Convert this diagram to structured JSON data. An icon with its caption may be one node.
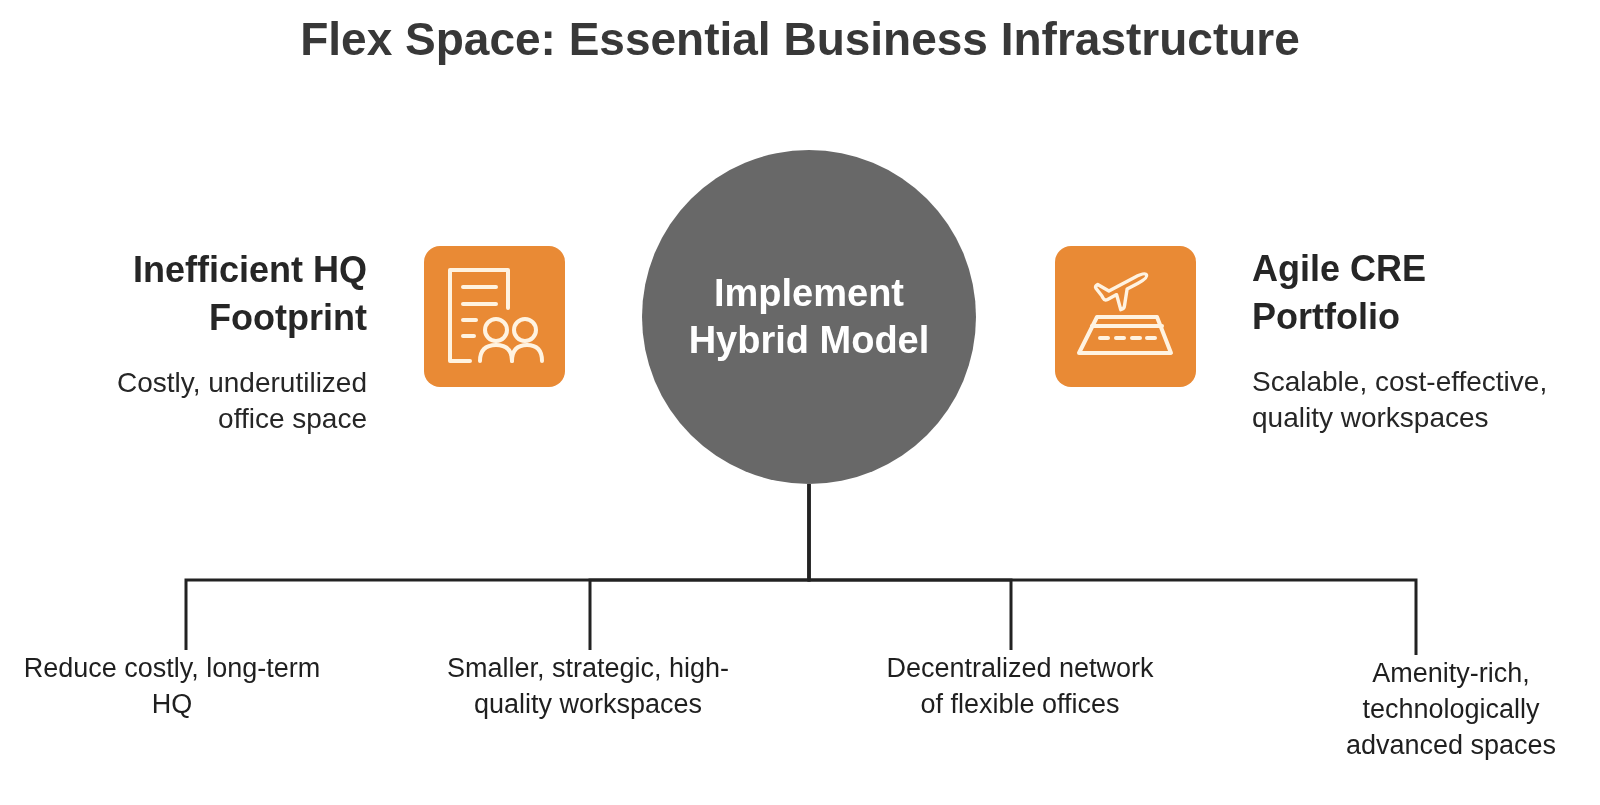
{
  "diagram": {
    "title": "Flex Space: Essential Business Infrastructure",
    "nodes": [
      {
        "text": [
          "Implement Hybrid Model"
        ]
      },
      {
        "text": [
          "Reduce costly, long-term HQ"
        ]
      },
      {
        "text": [
          "Smaller, strategic, high-quality workspaces"
        ]
      },
      {
        "text": [
          "Decentralized network of flexible offices"
        ]
      },
      {
        "text": [
          "Amenity-rich, technologically advanced spaces"
        ]
      }
    ],
    "edges": [
      {
        "from": 0,
        "to": 1,
        "arrow": "none"
      },
      {
        "from": 0,
        "to": 2,
        "arrow": "none"
      },
      {
        "from": 0,
        "to": 3,
        "arrow": "none"
      },
      {
        "from": 0,
        "to": 4,
        "arrow": "none"
      }
    ],
    "labels": [
      "Inefficient HQ Footprint",
      "Costly, underutilized office space",
      "Agile CRE Portfolio",
      "Scalable, cost-effective, quality workspaces"
    ]
  }
}
